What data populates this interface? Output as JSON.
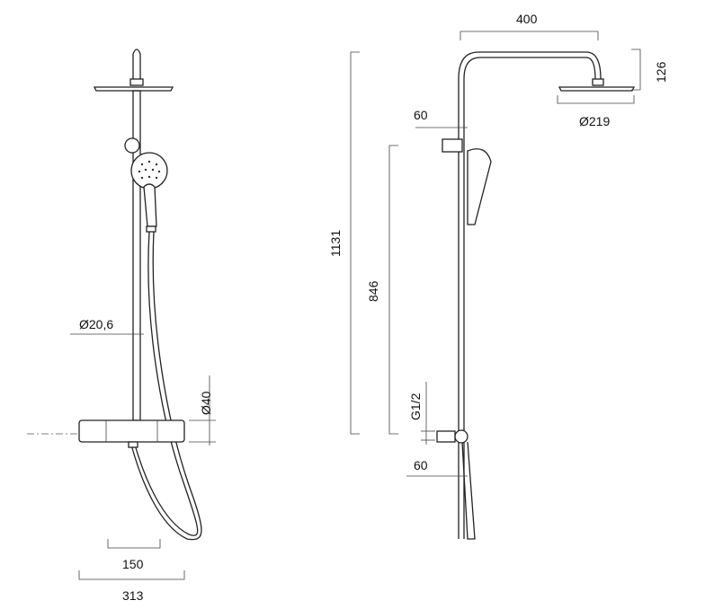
{
  "front_view": {
    "dim_pipe_diameter": "Ø20,6",
    "dim_mixer_diameter": "Ø40",
    "dim_hand_width": "150",
    "dim_overall_width": "313"
  },
  "side_view": {
    "dim_arm_length": "400",
    "dim_head_height": "126",
    "dim_head_diameter": "Ø219",
    "dim_bracket_offset": "60",
    "dim_bracket_height": "846",
    "dim_total_height": "1131",
    "dim_thread": "G1/2",
    "dim_valve_offset": "60"
  }
}
